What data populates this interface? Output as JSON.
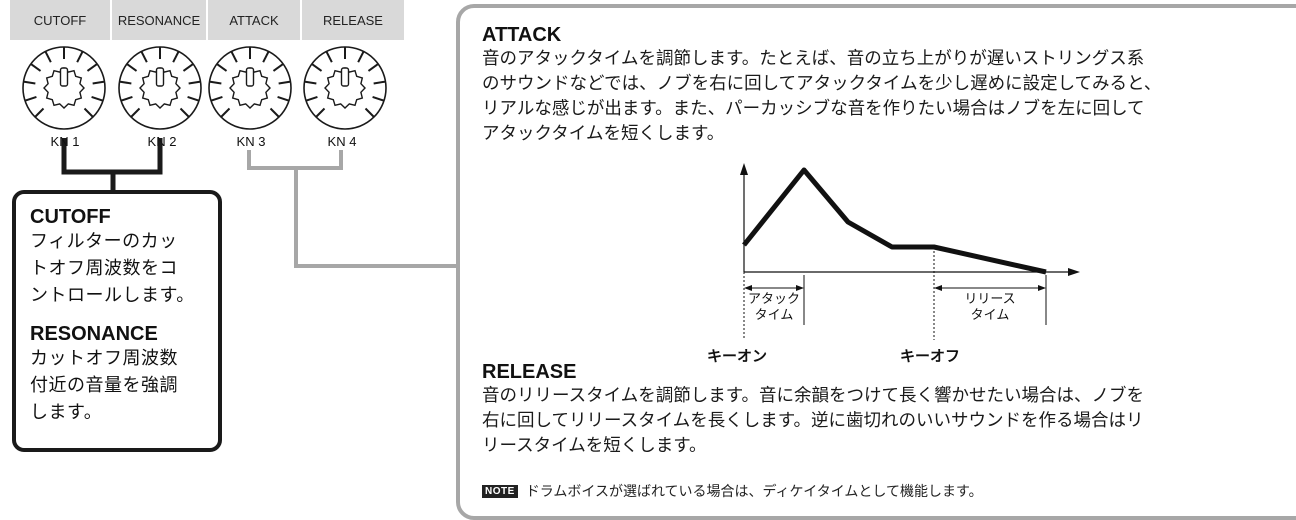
{
  "tabs": [
    "CUTOFF",
    "RESONANCE",
    "ATTACK",
    "RELEASE"
  ],
  "knobs": [
    "KN 1",
    "KN 2",
    "KN 3",
    "KN 4"
  ],
  "cutoff_box": {
    "title1": "CUTOFF",
    "lines1": [
      "フィルターのカッ",
      "トオフ周波数をコ",
      "ントロールします。"
    ],
    "title2": "RESONANCE",
    "lines2": [
      "カットオフ周波数",
      "付近の音量を強調",
      "します。"
    ]
  },
  "attack_section": {
    "title": "ATTACK",
    "lines": [
      "音のアタックタイムを調節します。たとえば、音の立ち上がりが遅いストリングス系",
      "のサウンドなどでは、ノブを右に回してアタックタイムを少し遅めに設定してみると、",
      "リアルな感じが出ます。また、パーカッシブな音を作りたい場合はノブを左に回して",
      "アタックタイムを短くします。"
    ]
  },
  "envelope_graph": {
    "attack_time_label": [
      "アタック",
      "タイム"
    ],
    "release_time_label": [
      "リリース",
      "タイム"
    ],
    "key_on": "キーオン",
    "key_off": "キーオフ"
  },
  "release_section": {
    "title": "RELEASE",
    "lines": [
      "音のリリースタイムを調節します。音に余韻をつけて長く響かせたい場合は、ノブを",
      "右に回してリリースタイムを長くします。逆に歯切れのいいサウンドを作る場合はリ",
      "リースタイムを短くします。"
    ]
  },
  "note": {
    "badge": "NOTE",
    "text": "ドラムボイスが選ばれている場合は、ディケイタイムとして機能します。"
  },
  "colors": {
    "tab_bg": "#d9d9d9",
    "dark_line": "#1a1a1a",
    "gray_line": "#a7a7a7"
  }
}
